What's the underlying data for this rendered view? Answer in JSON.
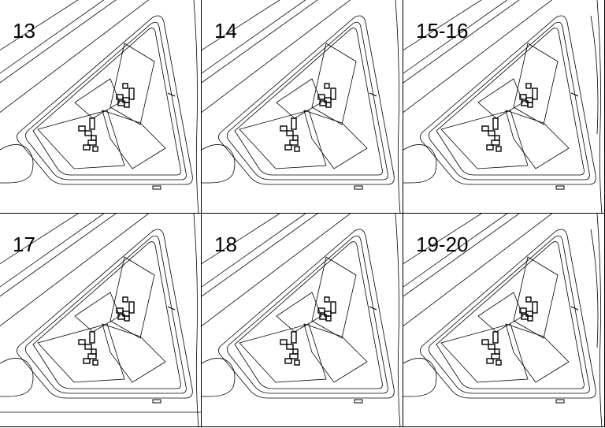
{
  "panels": [
    {
      "label": "13"
    },
    {
      "label": "14"
    },
    {
      "label": "15-16"
    },
    {
      "label": "17"
    },
    {
      "label": "18"
    },
    {
      "label": "19-20"
    }
  ],
  "colors": {
    "background": "#ffffff",
    "line": "#000000"
  }
}
